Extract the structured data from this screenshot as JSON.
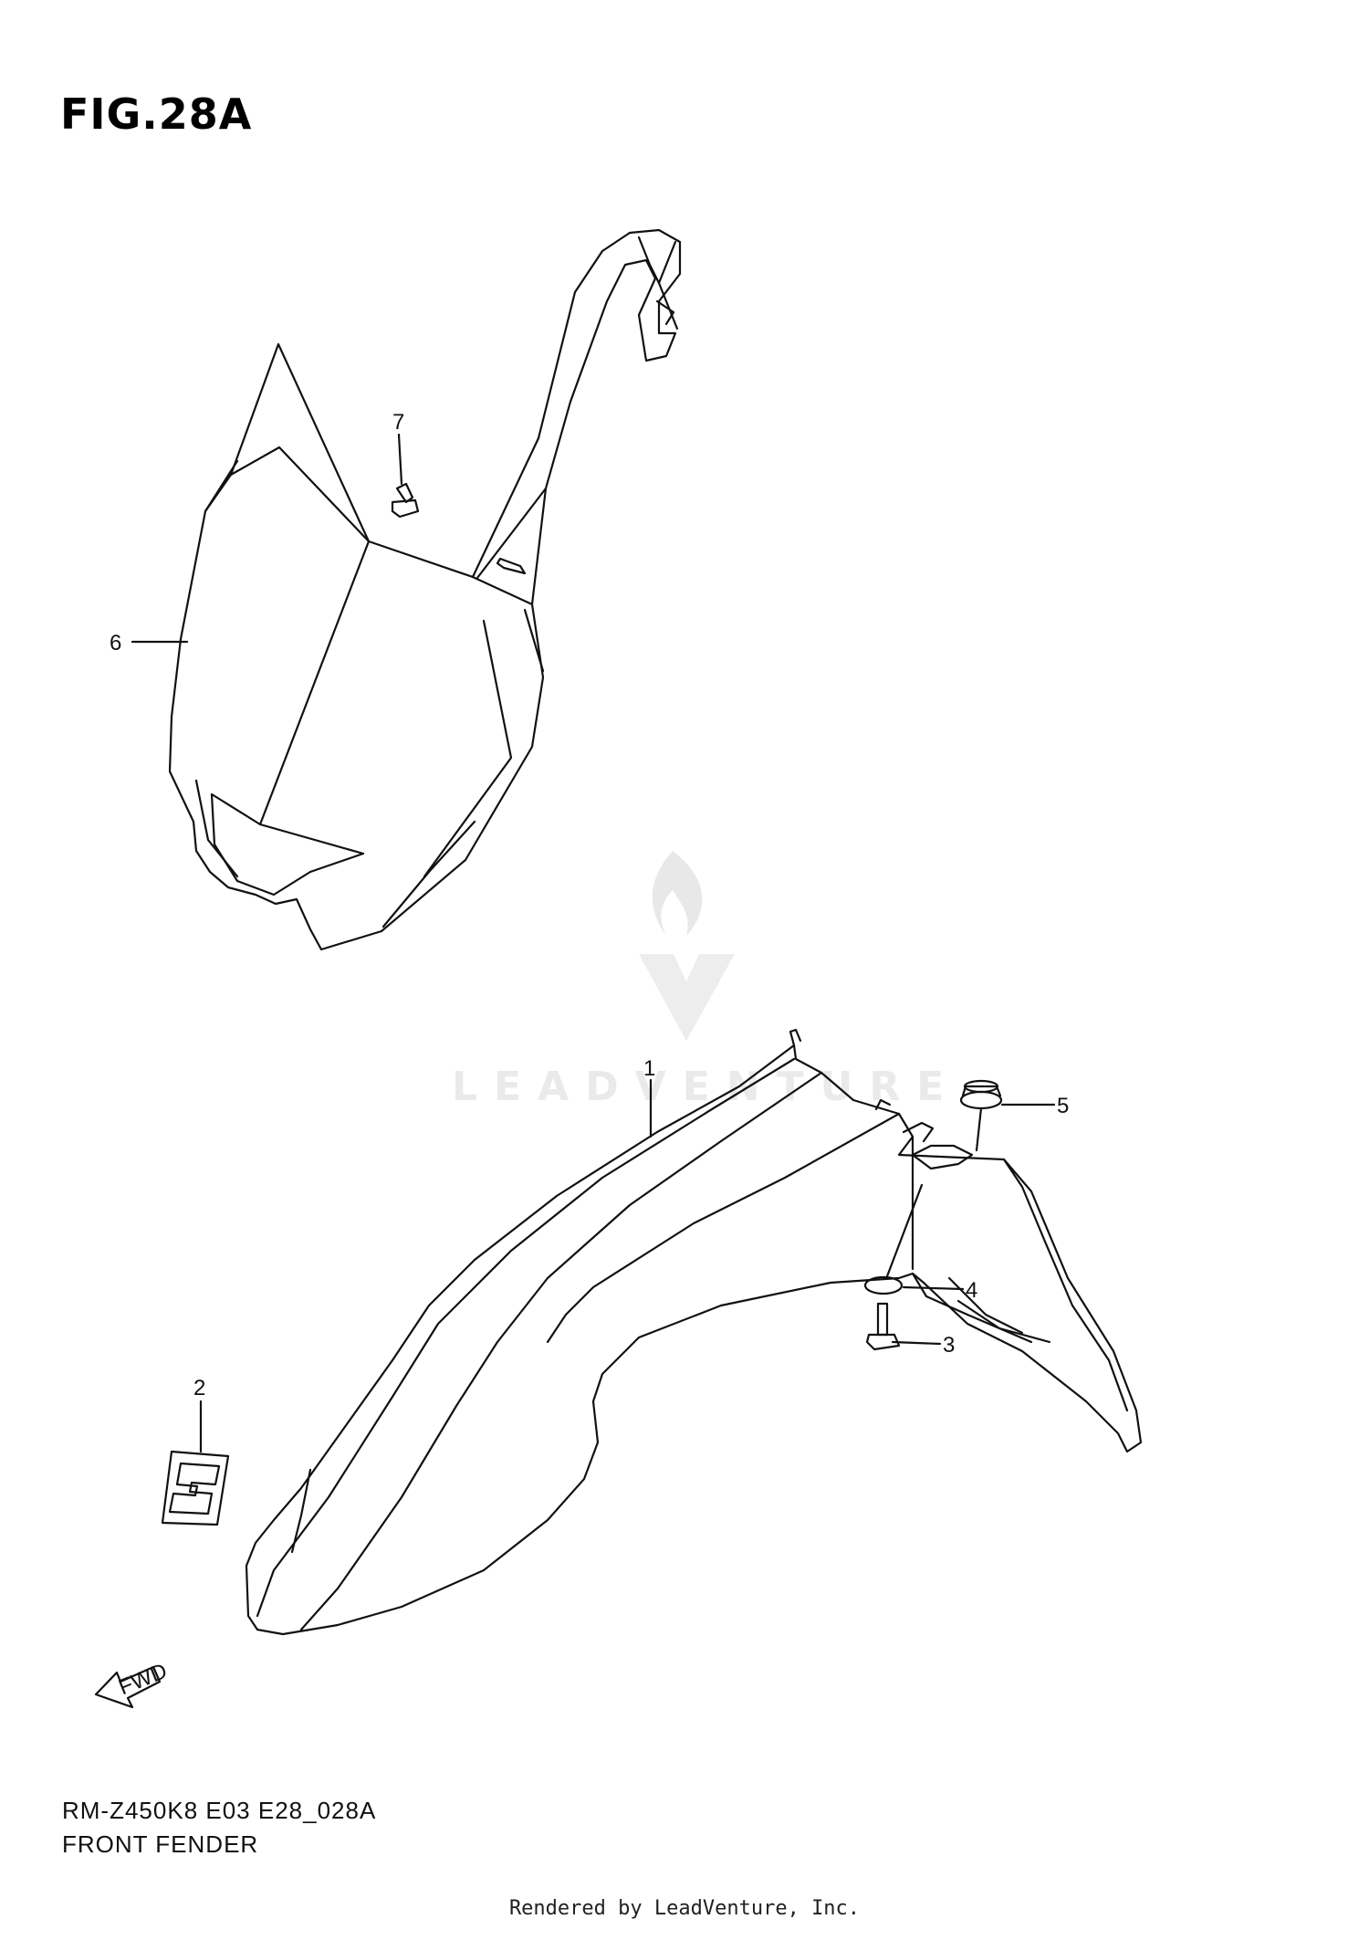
{
  "figure": {
    "title": "FIG.28A"
  },
  "callouts": [
    {
      "number": "1",
      "part": "front-fender"
    },
    {
      "number": "2",
      "part": "emblem"
    },
    {
      "number": "3",
      "part": "bolt"
    },
    {
      "number": "4",
      "part": "washer"
    },
    {
      "number": "5",
      "part": "cushion"
    },
    {
      "number": "6",
      "part": "number-plate"
    },
    {
      "number": "7",
      "part": "screw"
    }
  ],
  "direction_marker": "FWD",
  "model_code": "RM-Z450K8 E03 E28_028A",
  "caption": "FRONT FENDER",
  "watermark": "LEADVENTURE",
  "footer": "Rendered by LeadVenture, Inc."
}
